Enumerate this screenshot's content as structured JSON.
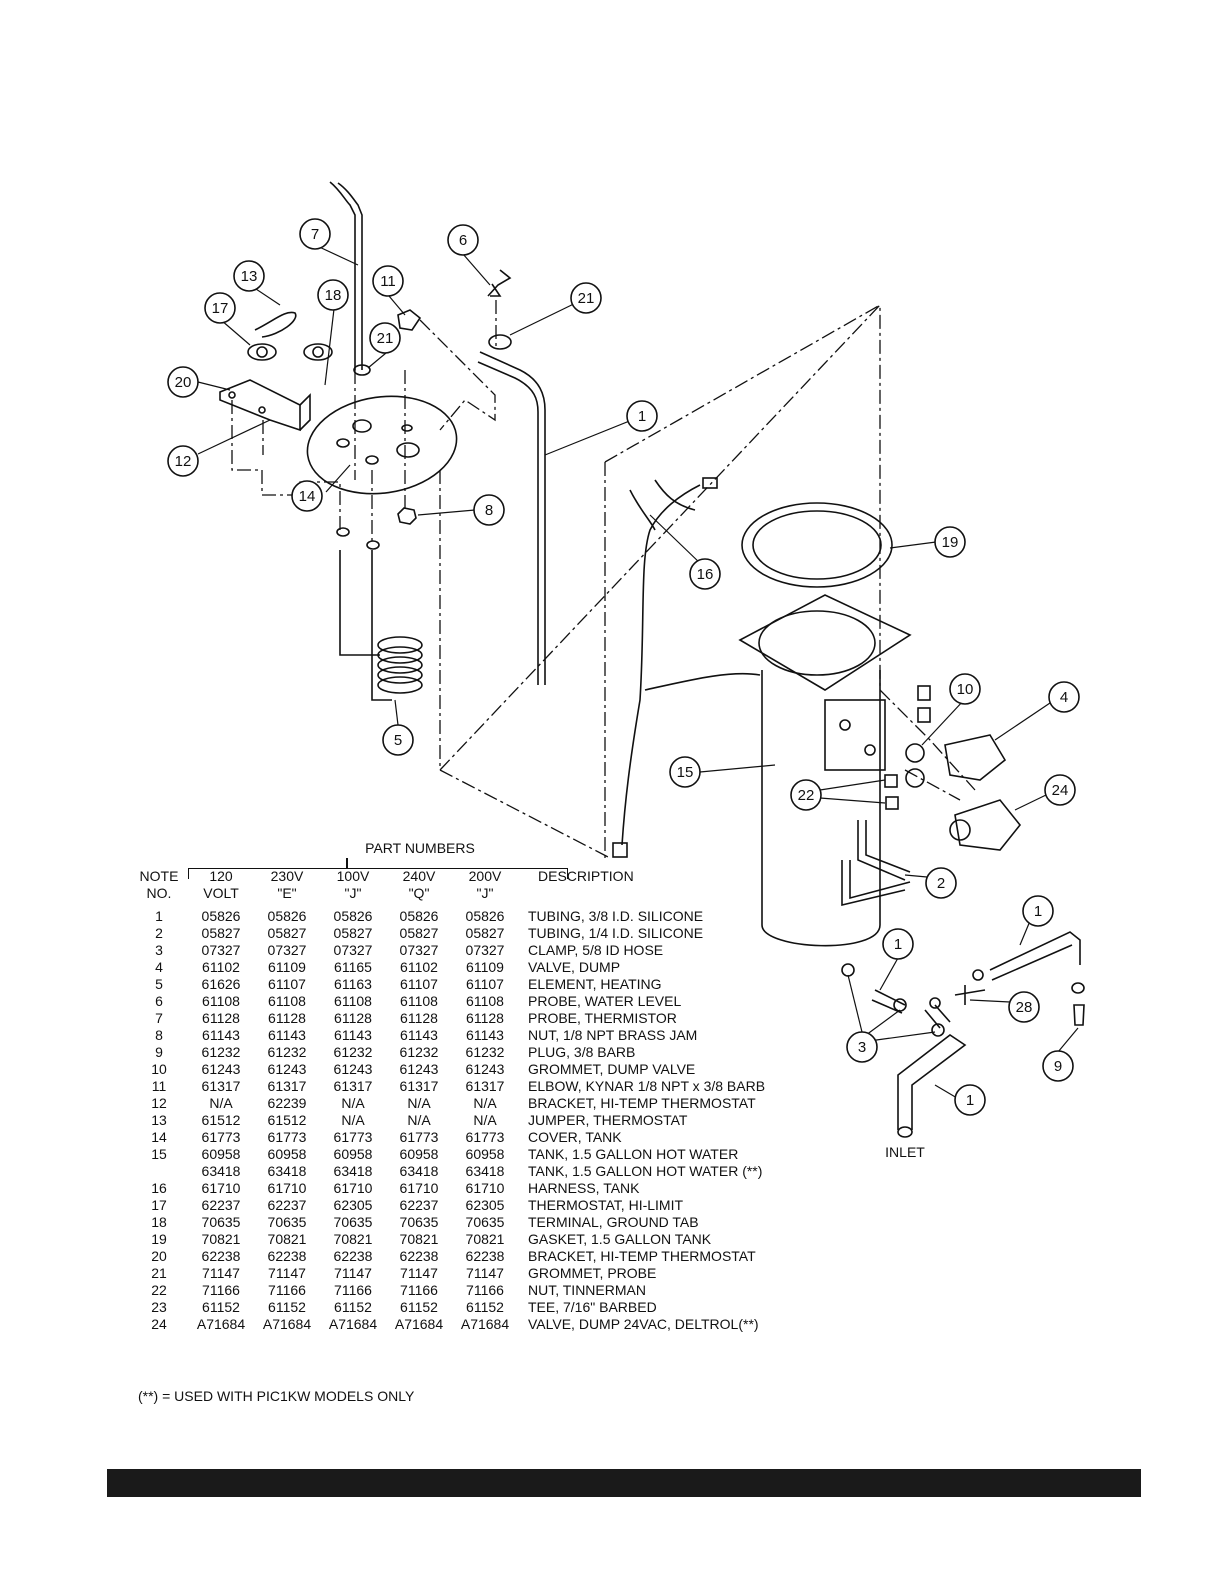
{
  "diagram": {
    "bubbles": [
      {
        "id": "1"
      },
      {
        "id": "2"
      },
      {
        "id": "3"
      },
      {
        "id": "4"
      },
      {
        "id": "5"
      },
      {
        "id": "6"
      },
      {
        "id": "7"
      },
      {
        "id": "8"
      },
      {
        "id": "9"
      },
      {
        "id": "10"
      },
      {
        "id": "11"
      },
      {
        "id": "12"
      },
      {
        "id": "13"
      },
      {
        "id": "14"
      },
      {
        "id": "15"
      },
      {
        "id": "16"
      },
      {
        "id": "17"
      },
      {
        "id": "18"
      },
      {
        "id": "19"
      },
      {
        "id": "20"
      },
      {
        "id": "21"
      },
      {
        "id": "22"
      },
      {
        "id": "24"
      },
      {
        "id": "28"
      }
    ],
    "inlet_label": "INLET"
  },
  "parts_table": {
    "title": "PART NUMBERS",
    "headers": {
      "note": [
        "NOTE",
        "NO."
      ],
      "models": [
        [
          "120",
          "VOLT"
        ],
        [
          "230V",
          "\"E\""
        ],
        [
          "100V",
          "\"J\""
        ],
        [
          "240V",
          "\"Q\""
        ],
        [
          "200V",
          "\"J\""
        ]
      ],
      "description": "DESCRIPTION"
    },
    "rows": [
      {
        "no": "1",
        "pn": [
          "05826",
          "05826",
          "05826",
          "05826",
          "05826"
        ],
        "desc": "TUBING, 3/8 I.D. SILICONE"
      },
      {
        "no": "2",
        "pn": [
          "05827",
          "05827",
          "05827",
          "05827",
          "05827"
        ],
        "desc": "TUBING, 1/4 I.D. SILICONE"
      },
      {
        "no": "3",
        "pn": [
          "07327",
          "07327",
          "07327",
          "07327",
          "07327"
        ],
        "desc": "CLAMP, 5/8 ID HOSE"
      },
      {
        "no": "4",
        "pn": [
          "61102",
          "61109",
          "61165",
          "61102",
          "61109"
        ],
        "desc": "VALVE, DUMP"
      },
      {
        "no": "5",
        "pn": [
          "61626",
          "61107",
          "61163",
          "61107",
          "61107"
        ],
        "desc": "ELEMENT, HEATING"
      },
      {
        "no": "6",
        "pn": [
          "61108",
          "61108",
          "61108",
          "61108",
          "61108"
        ],
        "desc": "PROBE, WATER LEVEL"
      },
      {
        "no": "7",
        "pn": [
          "61128",
          "61128",
          "61128",
          "61128",
          "61128"
        ],
        "desc": "PROBE, THERMISTOR"
      },
      {
        "no": "8",
        "pn": [
          "61143",
          "61143",
          "61143",
          "61143",
          "61143"
        ],
        "desc": "NUT, 1/8 NPT BRASS JAM"
      },
      {
        "no": "9",
        "pn": [
          "61232",
          "61232",
          "61232",
          "61232",
          "61232"
        ],
        "desc": "PLUG, 3/8 BARB"
      },
      {
        "no": "10",
        "pn": [
          "61243",
          "61243",
          "61243",
          "61243",
          "61243"
        ],
        "desc": "GROMMET, DUMP VALVE"
      },
      {
        "no": "11",
        "pn": [
          "61317",
          "61317",
          "61317",
          "61317",
          "61317"
        ],
        "desc": "ELBOW, KYNAR 1/8 NPT x 3/8 BARB"
      },
      {
        "no": "12",
        "pn": [
          "N/A",
          "62239",
          "N/A",
          "N/A",
          "N/A"
        ],
        "desc": "BRACKET, HI-TEMP THERMOSTAT"
      },
      {
        "no": "13",
        "pn": [
          "61512",
          "61512",
          "N/A",
          "N/A",
          "N/A"
        ],
        "desc": "JUMPER, THERMOSTAT"
      },
      {
        "no": "14",
        "pn": [
          "61773",
          "61773",
          "61773",
          "61773",
          "61773"
        ],
        "desc": "COVER, TANK"
      },
      {
        "no": "15",
        "pn": [
          "60958",
          "60958",
          "60958",
          "60958",
          "60958"
        ],
        "desc": "TANK, 1.5 GALLON HOT WATER"
      },
      {
        "no": "",
        "pn": [
          "63418",
          "63418",
          "63418",
          "63418",
          "63418"
        ],
        "desc": "TANK, 1.5 GALLON HOT WATER (**)"
      },
      {
        "no": "16",
        "pn": [
          "61710",
          "61710",
          "61710",
          "61710",
          "61710"
        ],
        "desc": "HARNESS, TANK"
      },
      {
        "no": "17",
        "pn": [
          "62237",
          "62237",
          "62305",
          "62237",
          "62305"
        ],
        "desc": "THERMOSTAT, HI-LIMIT"
      },
      {
        "no": "18",
        "pn": [
          "70635",
          "70635",
          "70635",
          "70635",
          "70635"
        ],
        "desc": "TERMINAL, GROUND TAB"
      },
      {
        "no": "19",
        "pn": [
          "70821",
          "70821",
          "70821",
          "70821",
          "70821"
        ],
        "desc": "GASKET, 1.5 GALLON TANK"
      },
      {
        "no": "20",
        "pn": [
          "62238",
          "62238",
          "62238",
          "62238",
          "62238"
        ],
        "desc": "BRACKET, HI-TEMP THERMOSTAT"
      },
      {
        "no": "21",
        "pn": [
          "71147",
          "71147",
          "71147",
          "71147",
          "71147"
        ],
        "desc": "GROMMET, PROBE"
      },
      {
        "no": "22",
        "pn": [
          "71166",
          "71166",
          "71166",
          "71166",
          "71166"
        ],
        "desc": "NUT, TINNERMAN"
      },
      {
        "no": "23",
        "pn": [
          "61152",
          "61152",
          "61152",
          "61152",
          "61152"
        ],
        "desc": "TEE, 7/16\" BARBED"
      },
      {
        "no": "24",
        "pn": [
          "A71684",
          "A71684",
          "A71684",
          "A71684",
          "A71684"
        ],
        "desc": "VALVE, DUMP 24VAC, DELTROL(**)"
      }
    ]
  },
  "footnote": "(**) = USED WITH PIC1KW MODELS ONLY",
  "colors": {
    "ink": "#111111",
    "footer_bar": "#1a1a1a"
  }
}
